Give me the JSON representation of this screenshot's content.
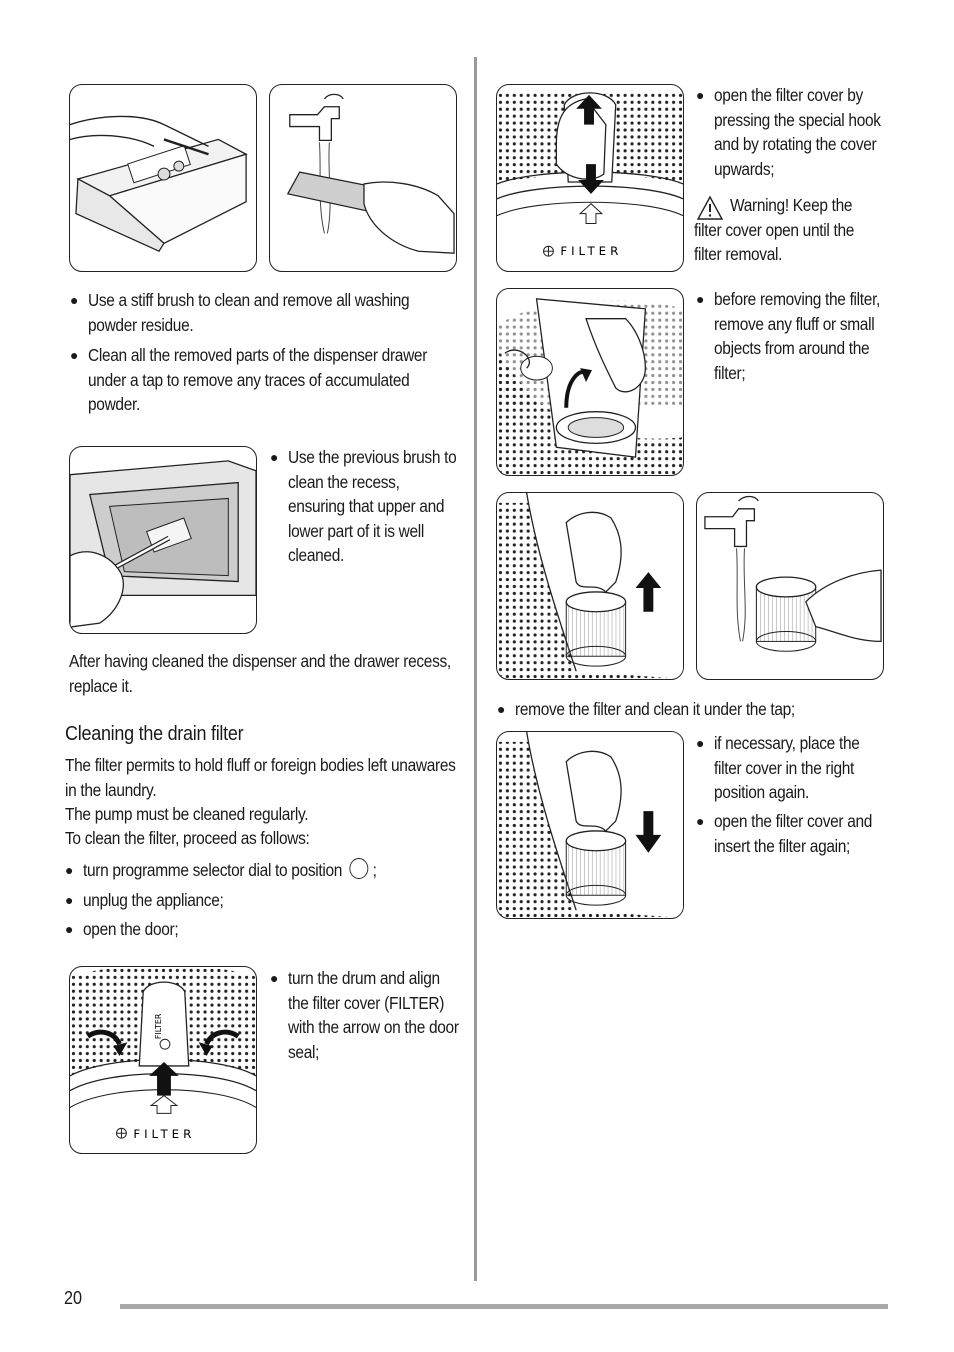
{
  "left": {
    "bullets_a": [
      "Use a stiff brush to clean and remove all washing powder residue.",
      "Clean all the removed parts of the dispenser drawer under a tap to remove any traces of accumulated powder."
    ],
    "recess_bullet": "Use the previous brush to clean the recess, ensuring that upper and lower part of it is well cleaned.",
    "after_text": "After having cleaned the dispenser and the drawer recess, replace it.",
    "section_title": "Cleaning the drain filter",
    "intro": [
      "The filter permits to hold fluff or foreign bodies left unawares in the laundry.",
      "The pump must be cleaned regularly.",
      "To clean the filter, proceed as follows:"
    ],
    "steps": [
      "turn programme selector dial to position",
      "unplug the appliance;",
      "open the door;"
    ],
    "step1_suffix": ";",
    "turn_drum_bullet_pre": "turn the drum and align the filter cover (",
    "filter_word": "FILTER",
    "turn_drum_bullet_post": ") with the arrow on the door seal;",
    "figure_filter_label": "FILTER"
  },
  "right": {
    "open_cover_bullet": "open the filter cover by pressing the special hook and by rotating the cover upwards;",
    "warning_label": "Warning!",
    "warning_text": "Keep the filter cover open until the filter removal.",
    "before_removing_bullet": "before removing the filter, remove any fluff or small objects from around the filter;",
    "remove_filter_bullet": "remove the filter and clean it under the tap;",
    "final_bullets": [
      "if necessary, place the filter cover in the right position again.",
      "open the filter cover and insert the filter again;"
    ],
    "figure_filter_label": "FILTER"
  },
  "footer": {
    "page_number": "20"
  }
}
